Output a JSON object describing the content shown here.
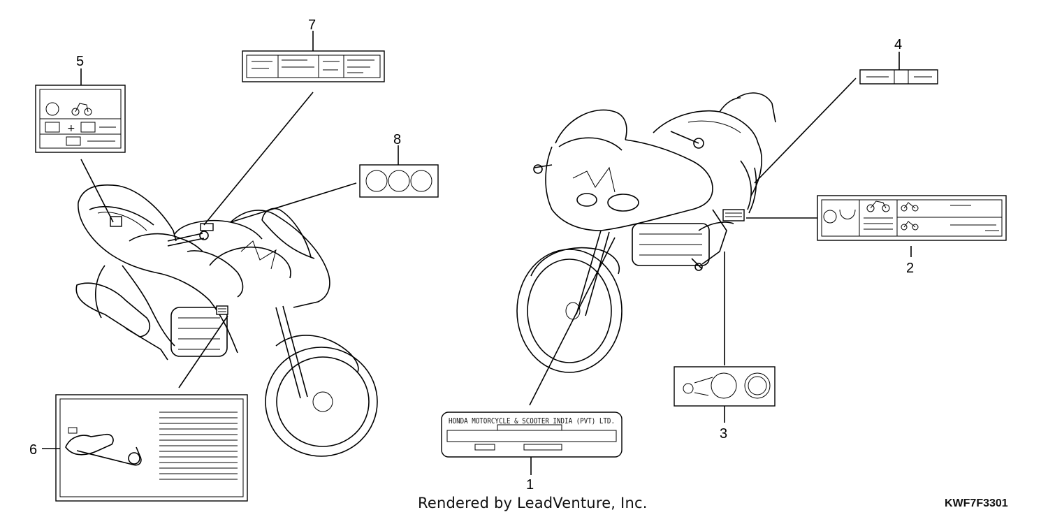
{
  "callouts": {
    "c1": "1",
    "c2": "2",
    "c3": "3",
    "c4": "4",
    "c5": "5",
    "c6": "6",
    "c7": "7",
    "c8": "8"
  },
  "plate_text": "HONDA MOTORCYCLE & SCOOTER INDIA (PVT) LTD.",
  "credit": "Rendered by LeadVenture, Inc.",
  "diagram_code": "KWF7F3301",
  "icons": {
    "left_bike": "motorcycle-line-drawing",
    "right_bike": "motorcycle-line-drawing",
    "label_3": "tire-pressure-label",
    "label_8": "three-circle-label"
  }
}
